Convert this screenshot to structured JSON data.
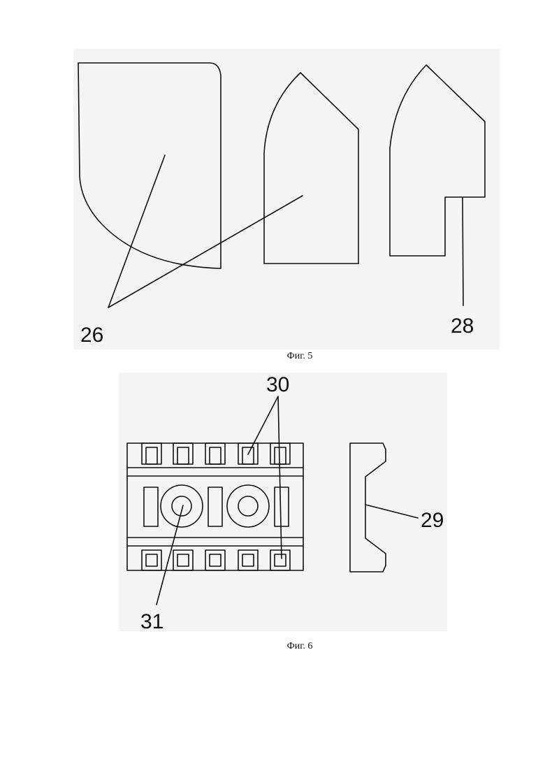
{
  "figures": {
    "fig5": {
      "caption": "Фиг. 5",
      "labels": {
        "ref26": "26",
        "ref28": "28"
      }
    },
    "fig6": {
      "caption": "Фиг. 6",
      "labels": {
        "ref29": "29",
        "ref30": "30",
        "ref31": "31"
      }
    }
  },
  "colors": {
    "line": "#111111",
    "panel": "#f4f4f4",
    "page": "#ffffff"
  }
}
